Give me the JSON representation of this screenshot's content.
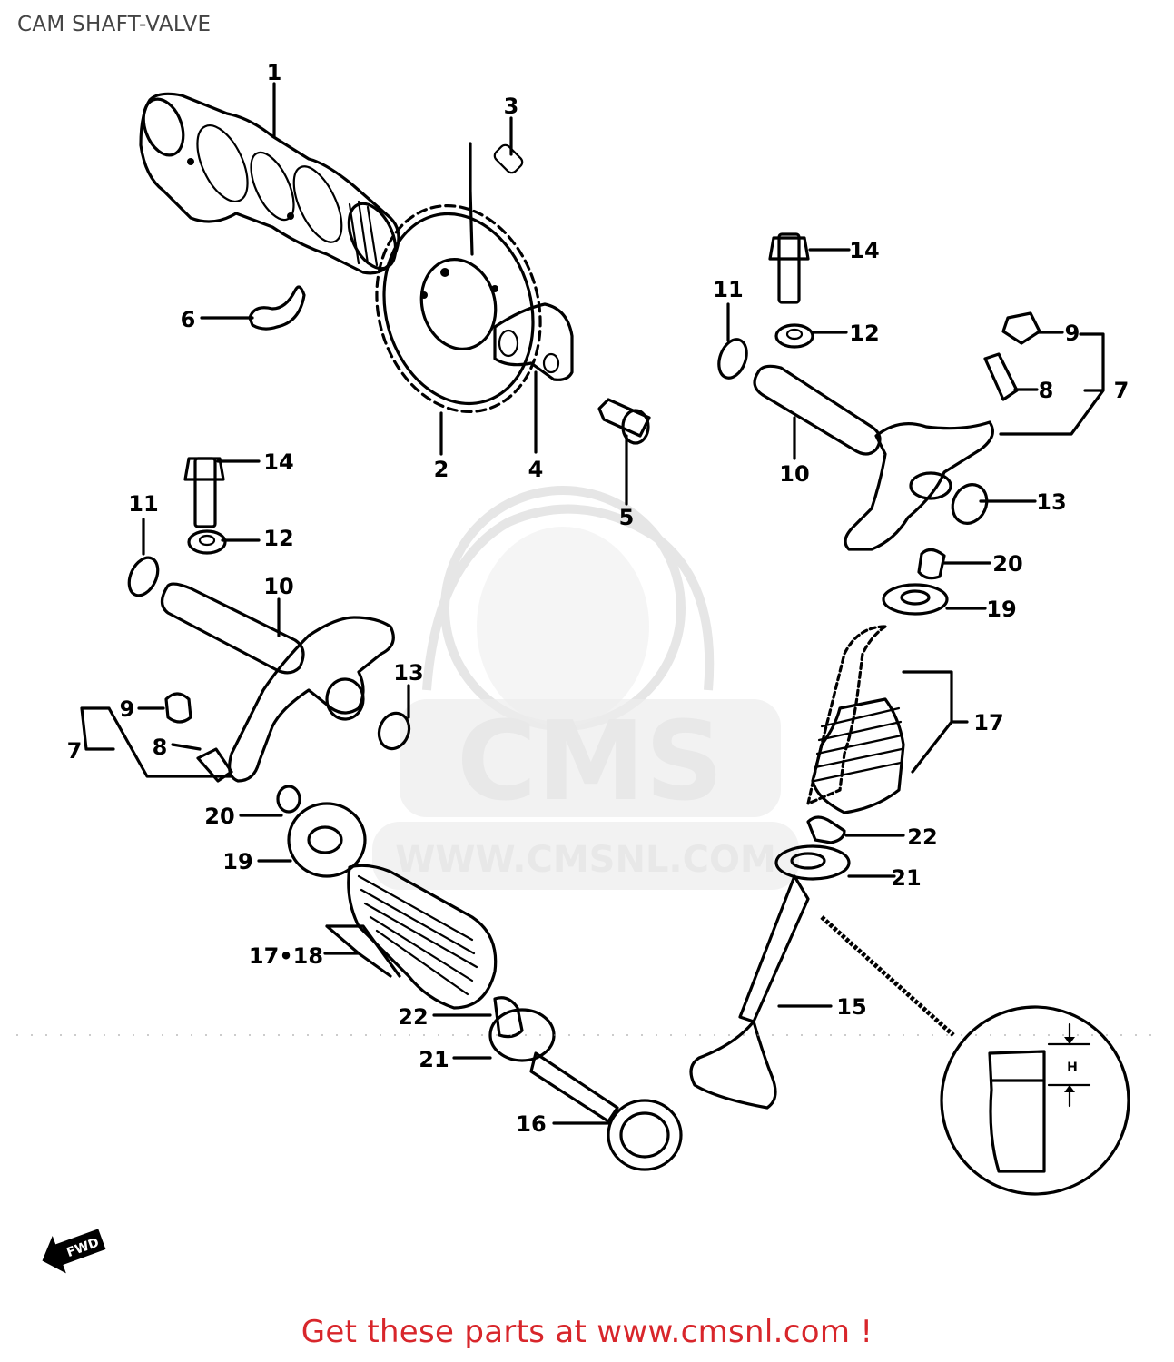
{
  "header": {
    "title": "CAM SHAFT-VALVE"
  },
  "callouts": [
    {
      "id": "c1",
      "text": "1"
    },
    {
      "id": "c2",
      "text": "2"
    },
    {
      "id": "c3",
      "text": "3"
    },
    {
      "id": "c4",
      "text": "4"
    },
    {
      "id": "c5",
      "text": "5"
    },
    {
      "id": "c6",
      "text": "6"
    },
    {
      "id": "c14r",
      "text": "14"
    },
    {
      "id": "c12r",
      "text": "12"
    },
    {
      "id": "c11r",
      "text": "11"
    },
    {
      "id": "c9r",
      "text": "9"
    },
    {
      "id": "c8r",
      "text": "8"
    },
    {
      "id": "c7r",
      "text": "7"
    },
    {
      "id": "c10r",
      "text": "10"
    },
    {
      "id": "c13r",
      "text": "13"
    },
    {
      "id": "c20r",
      "text": "20"
    },
    {
      "id": "c19r",
      "text": "19"
    },
    {
      "id": "c17r",
      "text": "17"
    },
    {
      "id": "c22r",
      "text": "22"
    },
    {
      "id": "c21r",
      "text": "21"
    },
    {
      "id": "c15",
      "text": "15"
    },
    {
      "id": "c14l",
      "text": "14"
    },
    {
      "id": "c11l",
      "text": "11"
    },
    {
      "id": "c12l",
      "text": "12"
    },
    {
      "id": "c10l",
      "text": "10"
    },
    {
      "id": "c13l",
      "text": "13"
    },
    {
      "id": "c9l",
      "text": "9"
    },
    {
      "id": "c8l",
      "text": "8"
    },
    {
      "id": "c7l",
      "text": "7"
    },
    {
      "id": "c20l",
      "text": "20"
    },
    {
      "id": "c19l",
      "text": "19"
    },
    {
      "id": "c1718",
      "text": "17•18"
    },
    {
      "id": "c22l",
      "text": "22"
    },
    {
      "id": "c21l",
      "text": "21"
    },
    {
      "id": "c16",
      "text": "16"
    }
  ],
  "detail": {
    "dimension_label": "H"
  },
  "fwd_marker": {
    "text": "FWD"
  },
  "watermark": {
    "brand": "CMS",
    "url": "WWW.CMSNL.COM"
  },
  "footer": {
    "link_text": "Get these parts at www.cmsnl.com !",
    "link_color": "#d8262b"
  }
}
